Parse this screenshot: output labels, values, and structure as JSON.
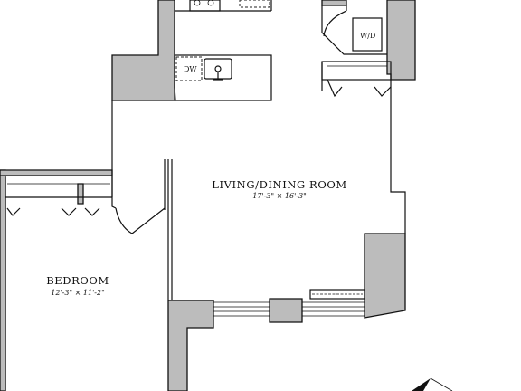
{
  "rooms": {
    "living": {
      "name": "LIVING/DINING ROOM",
      "dims": "17'-3\" × 16'-3\""
    },
    "bedroom": {
      "name": "BEDROOM",
      "dims": "12'-3\" × 11'-2\""
    }
  },
  "appliances": {
    "dishwasher": "DW",
    "washer_dryer": "W/D"
  }
}
